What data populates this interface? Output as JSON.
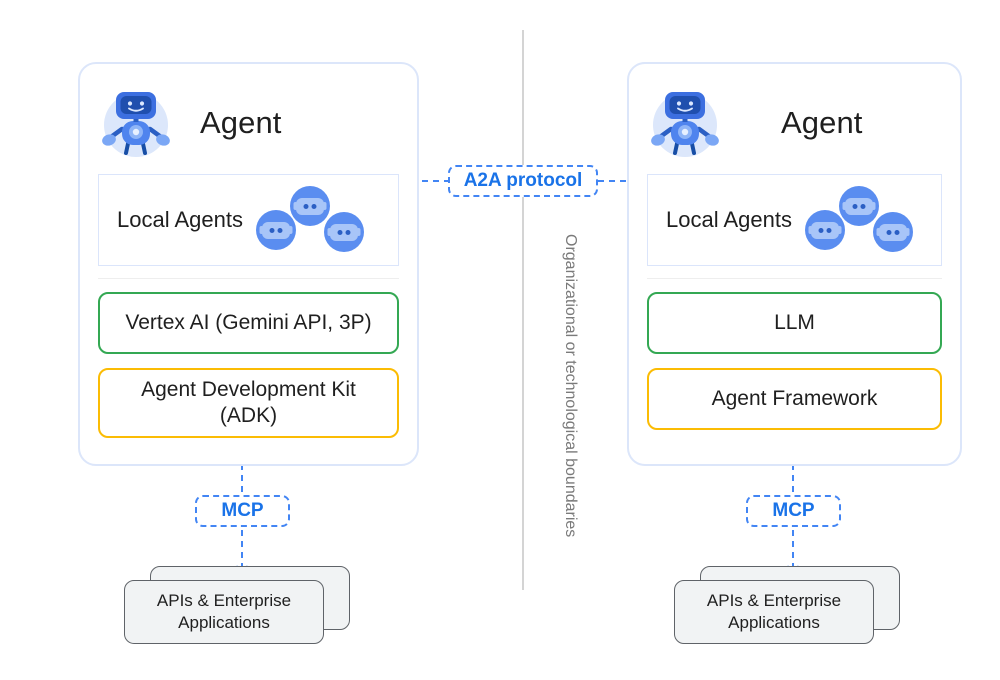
{
  "diagram": {
    "title_hidden": "",
    "boundary_label": "Organizational or technological boundaries",
    "colors": {
      "panel_border": "#dce6fa",
      "blue_accent": "#1a73e8",
      "dashed_blue": "#4285f4",
      "green_border": "#34a853",
      "amber_border": "#fbbc04",
      "card_fill": "#f1f3f4",
      "card_border": "#5f6368",
      "boundary_gray": "#7a7a7a"
    }
  },
  "connectors": {
    "a2a_label": "A2A protocol",
    "mcp_label": "MCP"
  },
  "left": {
    "agent_title": "Agent",
    "local_agents_label": "Local Agents",
    "model_box": "Vertex AI (Gemini API, 3P)",
    "framework_box": "Agent Development Kit (ADK)",
    "apis_card": "APIs & Enterprise Applications"
  },
  "right": {
    "agent_title": "Agent",
    "local_agents_label": "Local Agents",
    "model_box": "LLM",
    "framework_box": "Agent Framework",
    "apis_card": "APIs & Enterprise Applications"
  }
}
